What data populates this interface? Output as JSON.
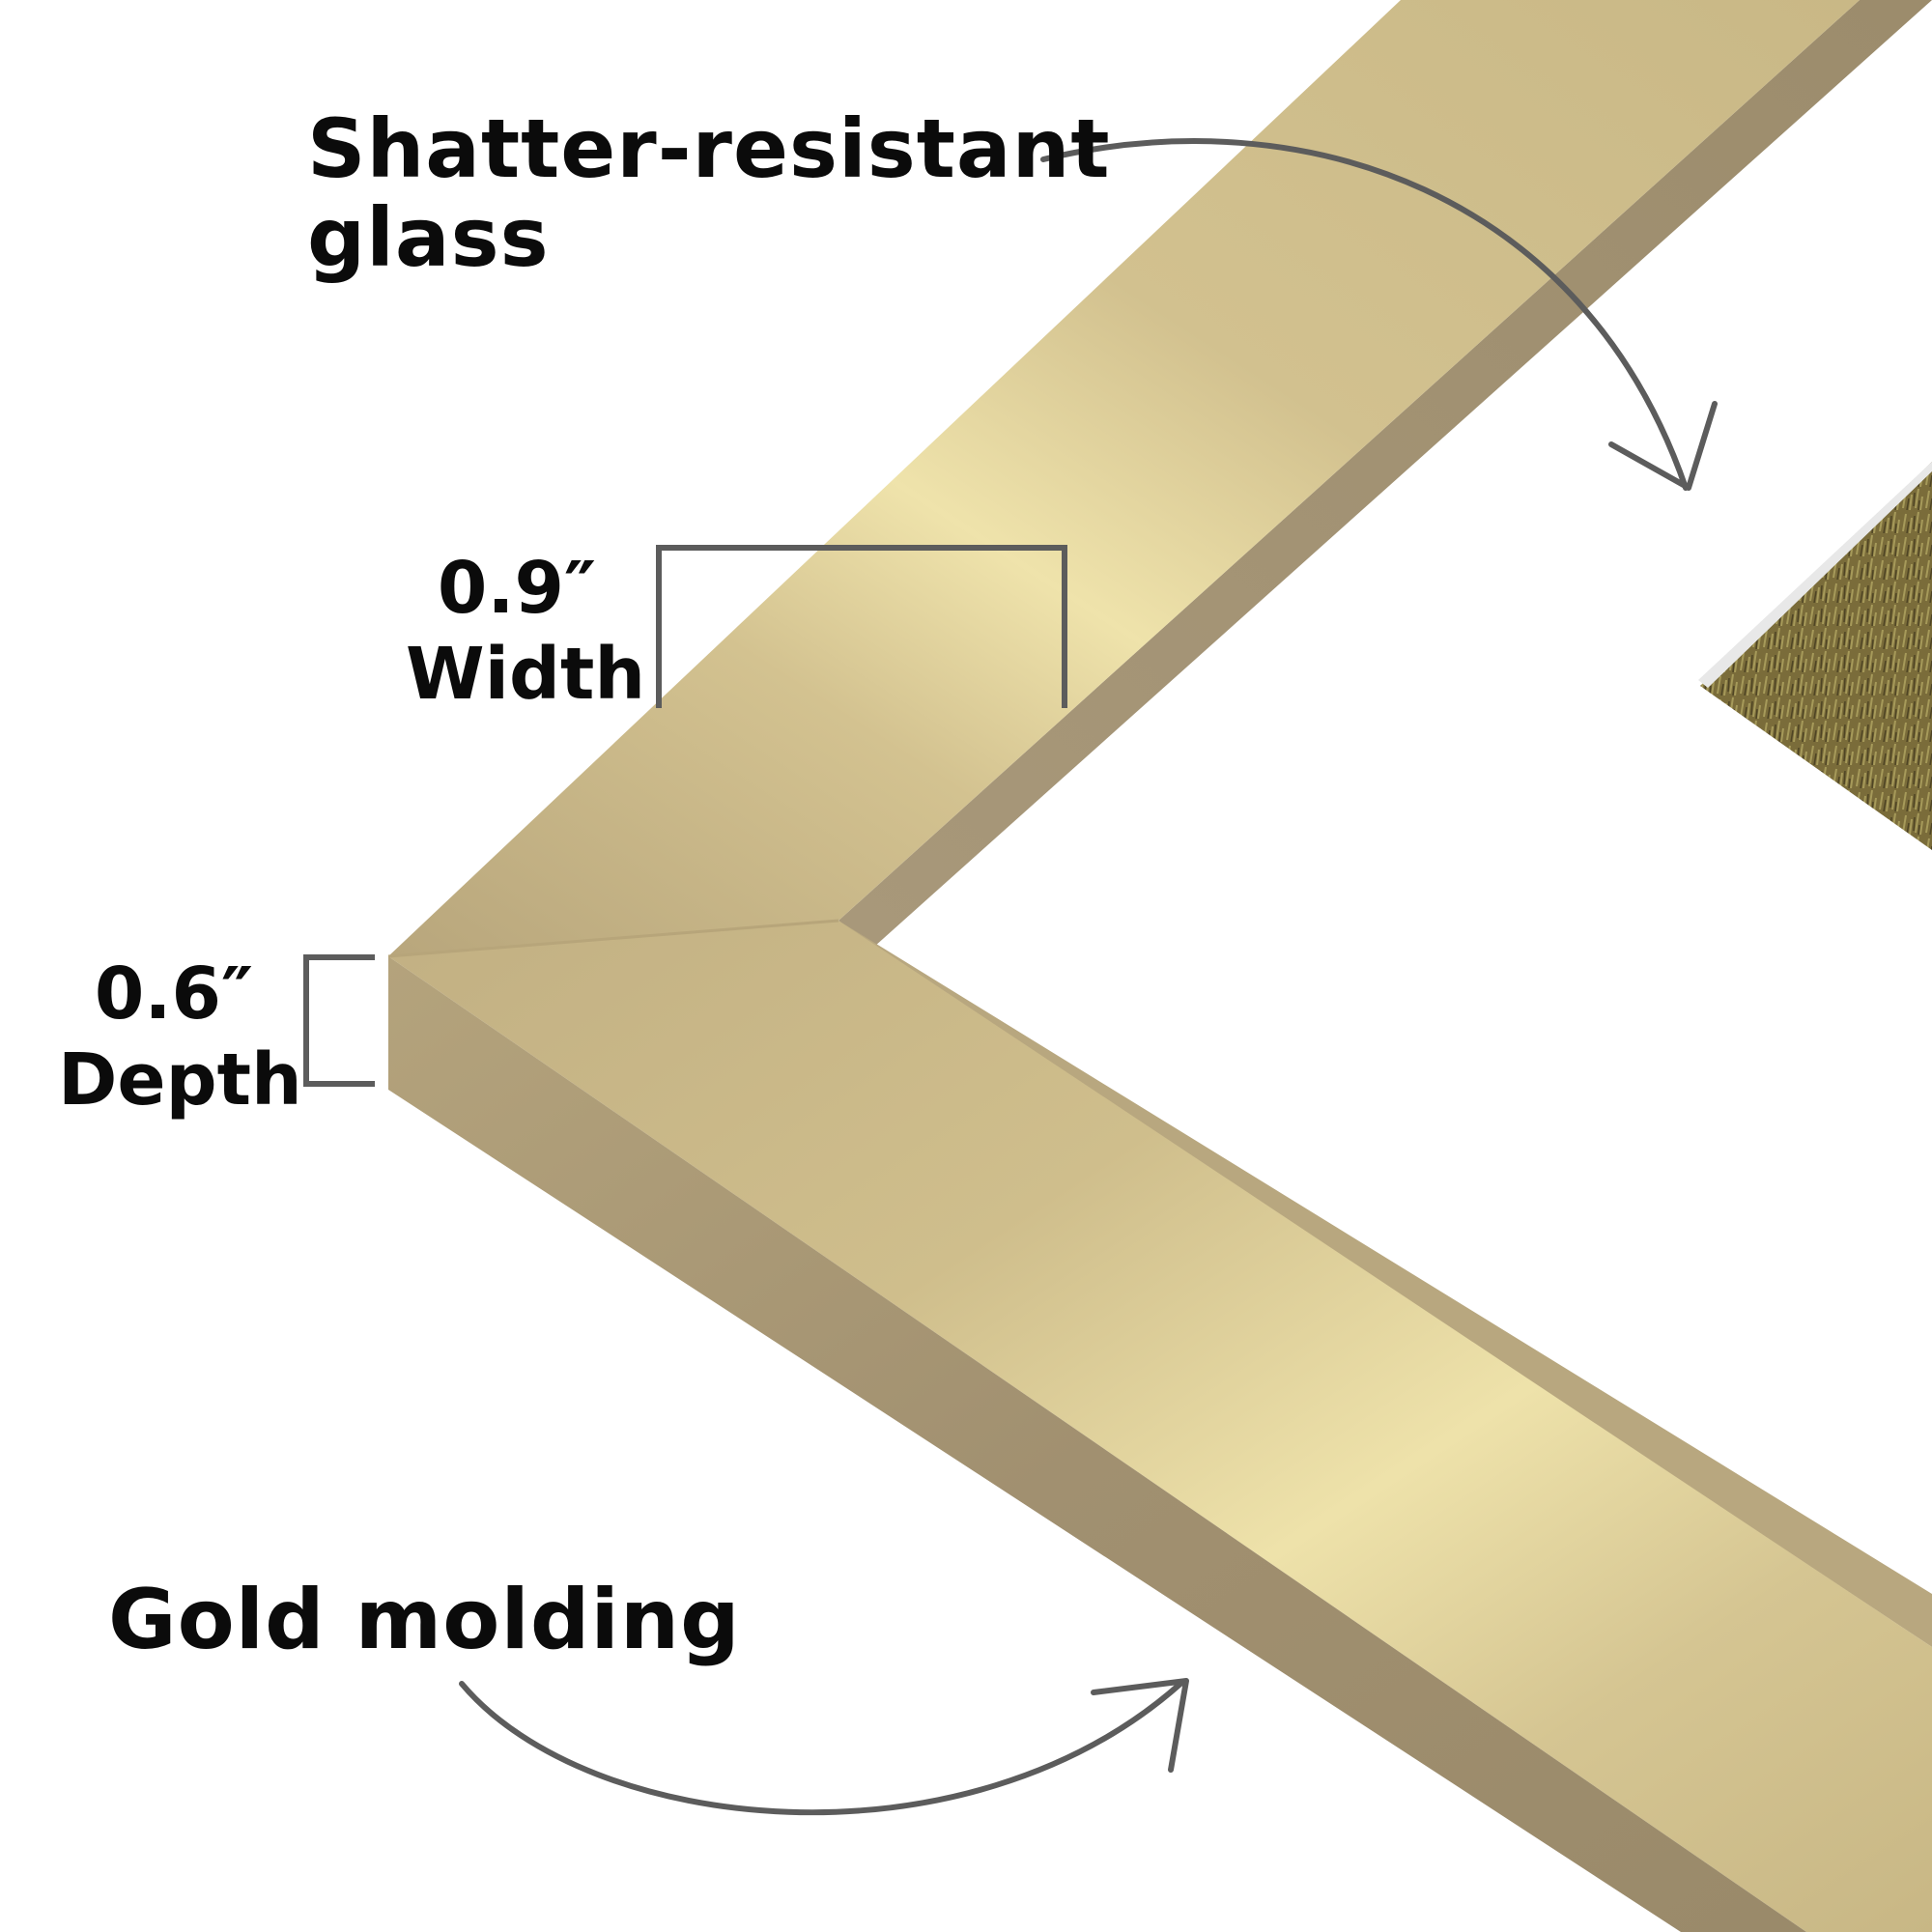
{
  "callouts": {
    "glass": {
      "line1": "Shatter-resistant",
      "line2": "glass"
    },
    "width": {
      "value": "0.9″",
      "label": "Width"
    },
    "depth": {
      "value": "0.6″",
      "label": "Depth"
    },
    "molding": {
      "label": "Gold molding"
    }
  },
  "colors": {
    "background": "#ffffff",
    "frame_face": "#cdbd8c",
    "frame_highlight": "#efe3ab",
    "frame_edge": "#a09070",
    "annotation_line": "#5c5c5c",
    "text": "#0b0b0b"
  }
}
